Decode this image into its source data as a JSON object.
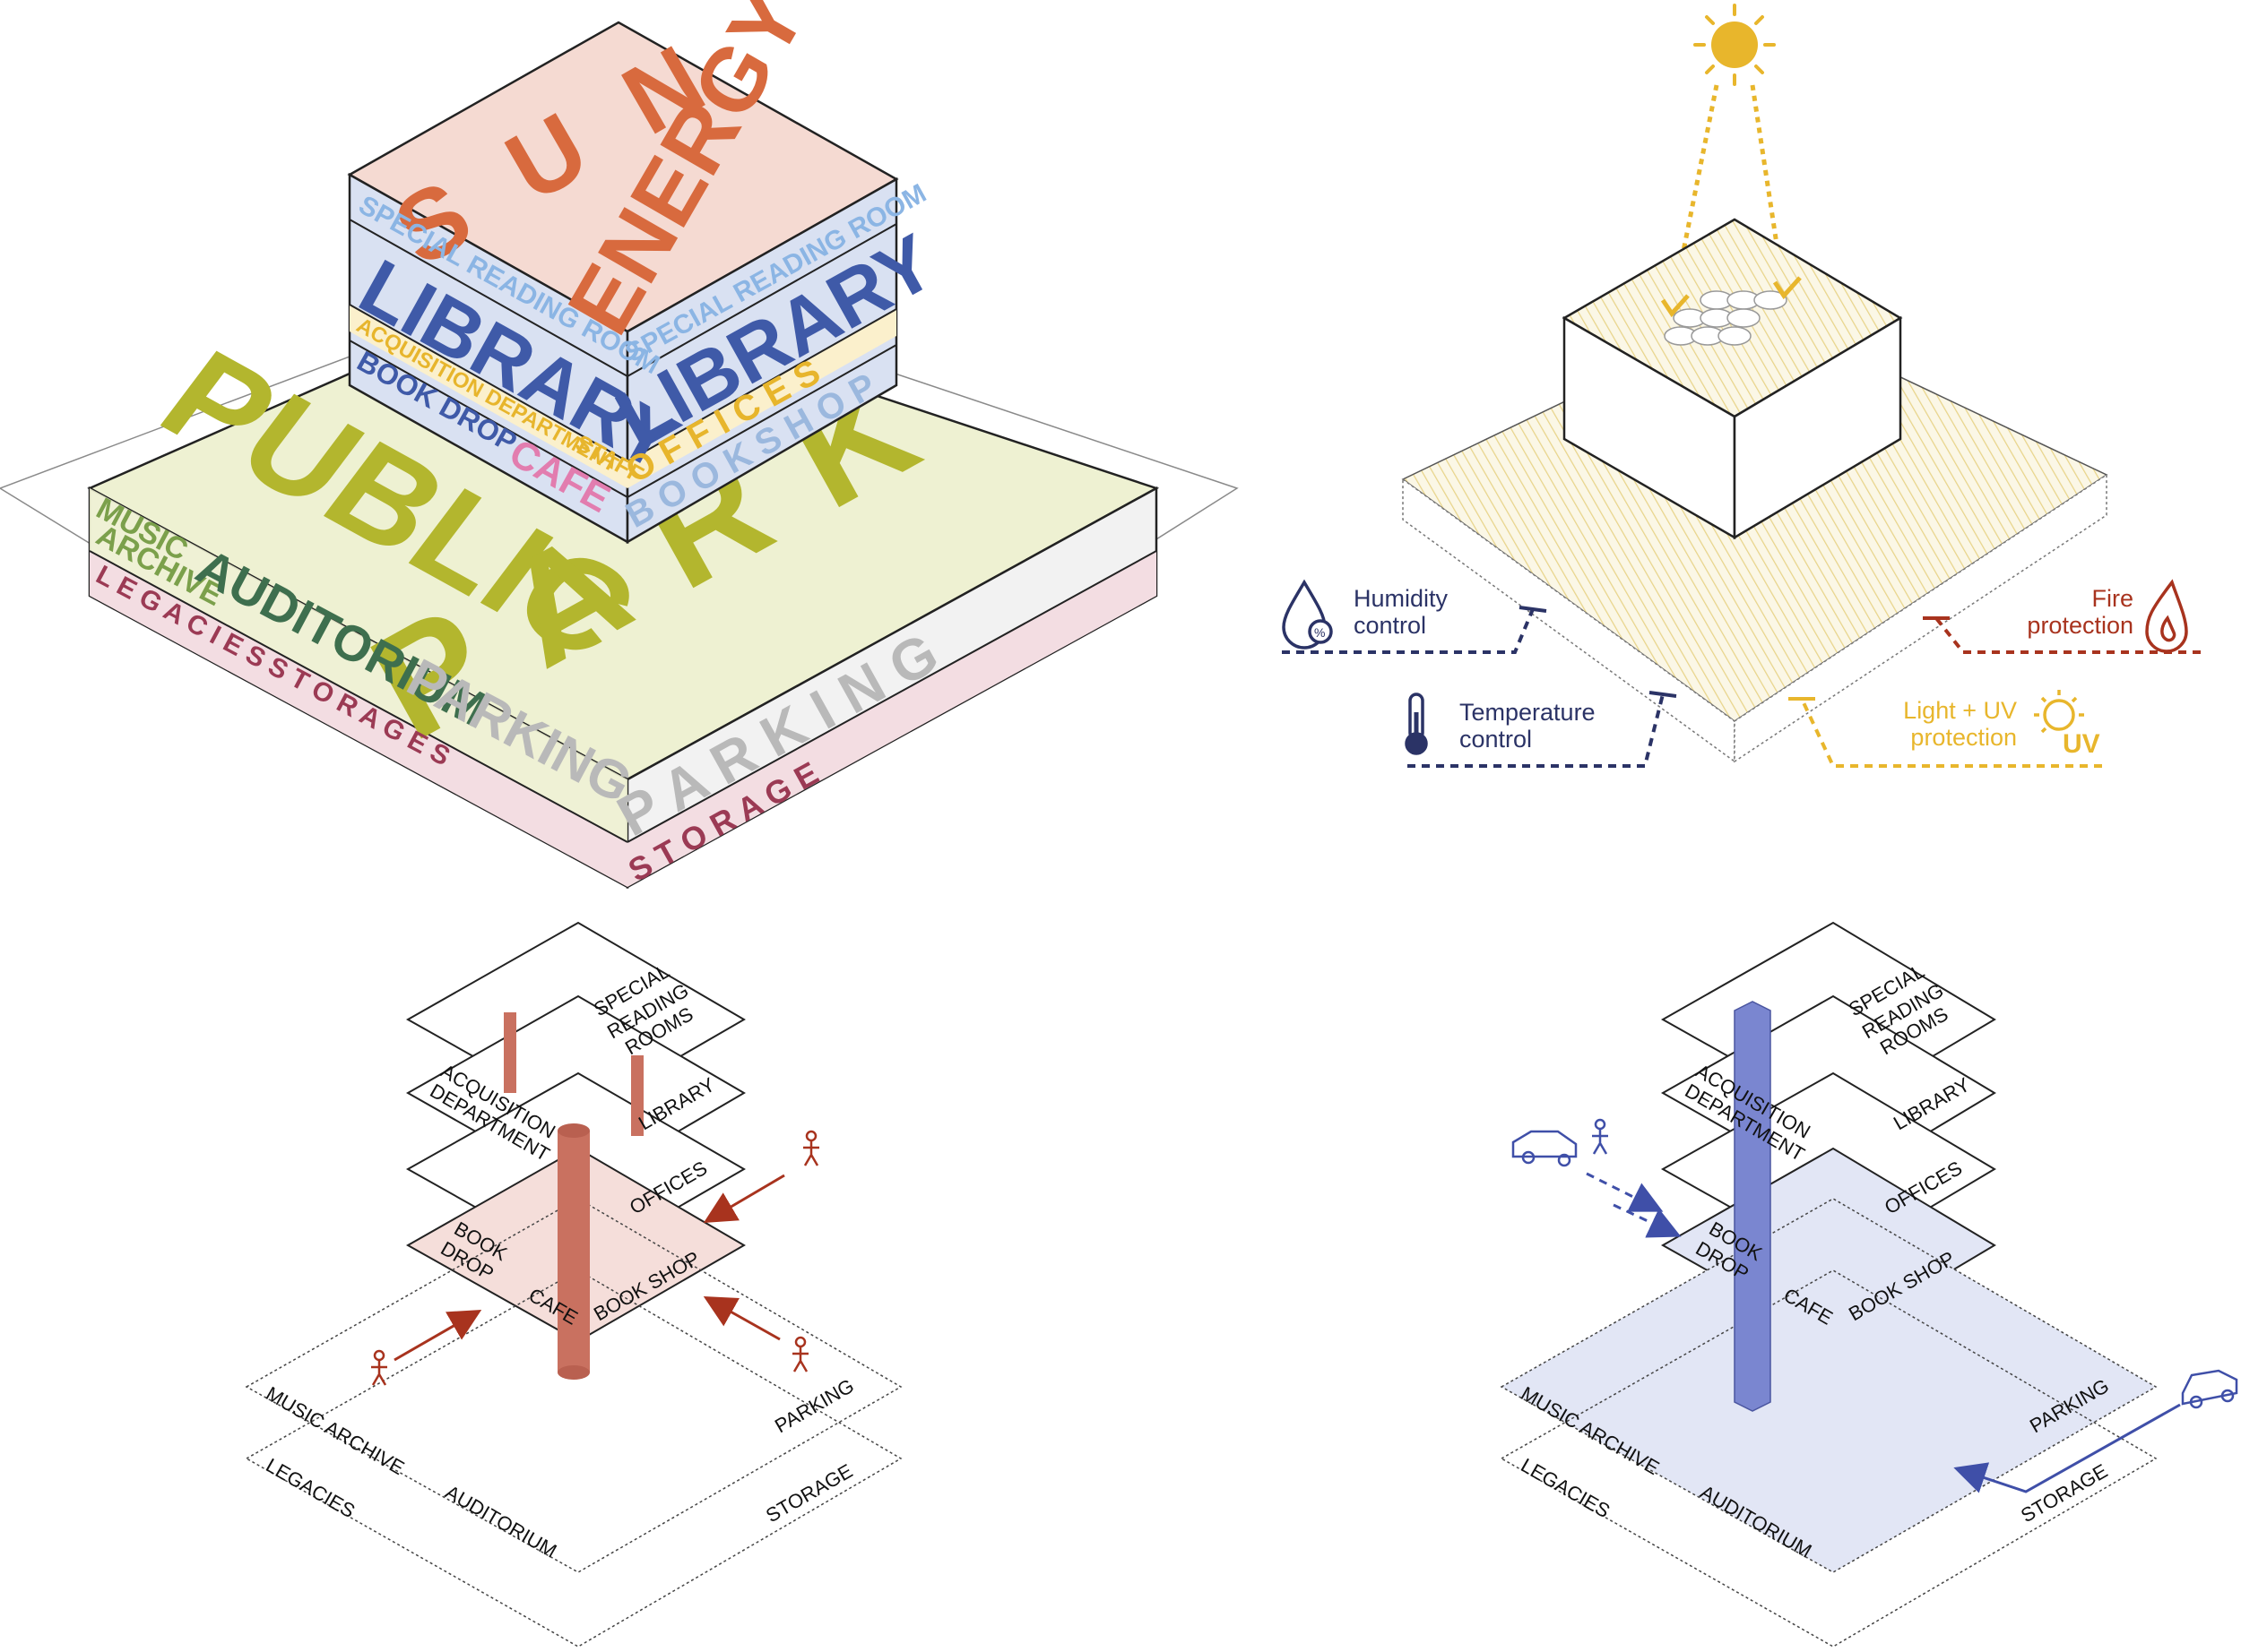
{
  "colors": {
    "sun": "#E8B62C",
    "energy_text": "#D86A3E",
    "library_text": "#3F5AA8",
    "special_text": "#8BB5E4",
    "acq_text": "#E7B52C",
    "park_text": "#B3B62E",
    "music_text": "#7BA04B",
    "auditorium_text": "#3E6F4E",
    "parking_text": "#B9B9B9",
    "storage_text": "#9B3A54",
    "cafe_text": "#E27DAF",
    "humidity_line": "#2B3366",
    "temperature_line": "#2B3366",
    "fire_line": "#A8331E",
    "uv_line": "#E8B62C",
    "column_red": "#C97160",
    "column_blue": "#7A86D0",
    "flow_red": "#A8331E",
    "flow_blue": "#3F4FA8",
    "floor_pink": "#F5DEDA",
    "floor_blue": "#E2E6F5"
  },
  "massing": {
    "top_words": [
      "S U N",
      "ENERGY"
    ],
    "band_special": [
      "SPECIAL READING ROOM",
      "SPECIAL READING ROOM"
    ],
    "band_library": [
      "LIBRARY",
      "LIBRARY"
    ],
    "band_acquisition": "ACQUISITION DEPARTMENT",
    "band_offices": "O F F I C E S",
    "band_bookdrop": "BOOK DROP",
    "band_staff": "STAFF",
    "band_cafe": "CAFE",
    "band_bookshop": "B O O K   S H O P",
    "park_words": [
      "PUBLIC",
      "P A R K"
    ],
    "music_archive": [
      "MUSIC",
      "ARCHIVE"
    ],
    "auditorium": "AUDITORIUM",
    "parking_left": "PARKING",
    "parking_right": "P A R K I N G",
    "legacies_storages": "L E G A C I E S S T O R A G E S",
    "storage_right": "S T O R A G E"
  },
  "environment": {
    "controls": [
      {
        "id": "humidity",
        "lines": [
          "Humidity",
          "control"
        ],
        "icon": "humidity-drop-icon"
      },
      {
        "id": "temperature",
        "lines": [
          "Temperature",
          "control"
        ],
        "icon": "thermometer-icon"
      },
      {
        "id": "fire",
        "lines": [
          "Fire",
          "protection"
        ],
        "icon": "flame-icon"
      },
      {
        "id": "uv",
        "lines": [
          "Light + UV",
          "protection"
        ],
        "icon": "sun-uv-icon",
        "badge": "UV"
      }
    ]
  },
  "exploded_left": {
    "floors": [
      {
        "left": "",
        "right": [
          "SPECIAL",
          "READING",
          "ROOMS"
        ]
      },
      {
        "left": [
          "ACQUISITION",
          "DEPARTMENT"
        ],
        "right": [
          "LIBRARY"
        ]
      },
      {
        "left": [],
        "right": [
          "OFFICES"
        ]
      },
      {
        "left": [
          "BOOK",
          "DROP"
        ],
        "right": [
          "BOOK SHOP"
        ],
        "mid": "CAFE"
      },
      {
        "left": [
          "MUSIC ARCHIVE",
          "AUDITORIUM"
        ],
        "right": [
          "PARKING"
        ]
      },
      {
        "left": [
          "LEGACIES"
        ],
        "right": [
          "STORAGE"
        ]
      }
    ]
  },
  "exploded_right": {
    "floors": [
      {
        "right": [
          "SPECIAL",
          "READING",
          "ROOMS"
        ]
      },
      {
        "left": [
          "ACQUISITION",
          "DEPARTMENT"
        ],
        "right": [
          "LIBRARY"
        ]
      },
      {
        "right": [
          "OFFICES"
        ]
      },
      {
        "left": [
          "BOOK",
          "DROP"
        ],
        "right": [
          "BOOK SHOP"
        ],
        "mid": "CAFE"
      },
      {
        "left": [
          "MUSIC ARCHIVE",
          "AUDITORIUM"
        ],
        "right": [
          "PARKING"
        ]
      },
      {
        "left": [
          "LEGACIES"
        ],
        "right": [
          "STORAGE"
        ]
      }
    ]
  }
}
